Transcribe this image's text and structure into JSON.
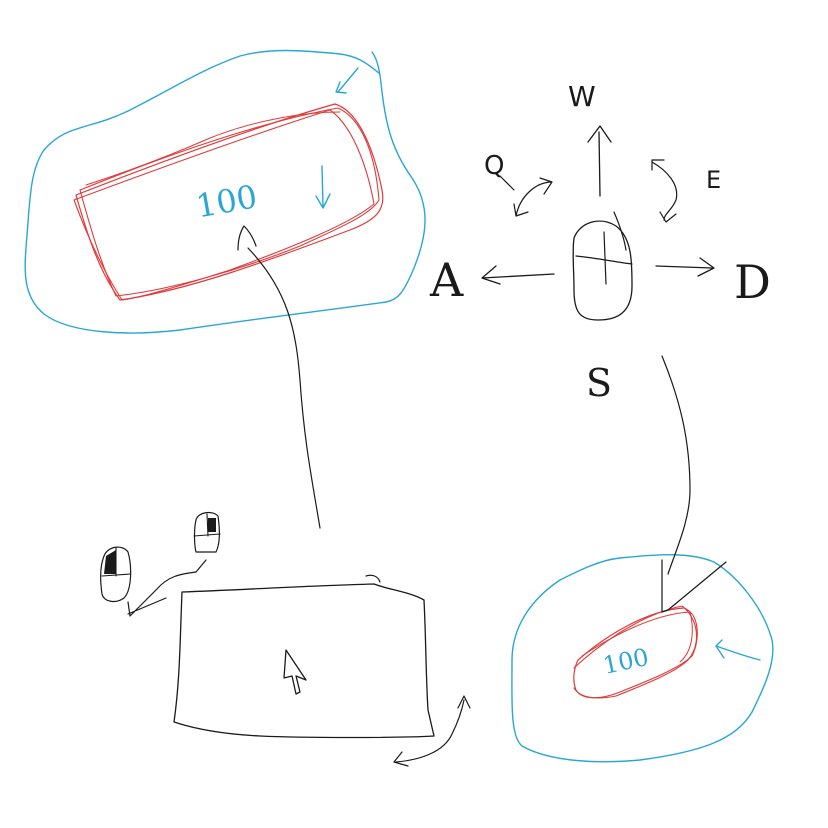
{
  "colors": {
    "ink": "#1a1a1a",
    "red": "#e03a3a",
    "blue": "#2aa6d6"
  },
  "keys": {
    "up": "W",
    "left": "A",
    "down": "S",
    "right": "D",
    "rotate_left": "Q",
    "rotate_right": "E"
  },
  "zoomed_panel": {
    "value": "100"
  },
  "small_panel": {
    "value": "100"
  },
  "icons": {
    "mouse": "mouse-icon",
    "cursor": "cursor-arrow-icon",
    "left_click": "mouse-left-click-icon",
    "right_click": "mouse-right-click-icon"
  }
}
